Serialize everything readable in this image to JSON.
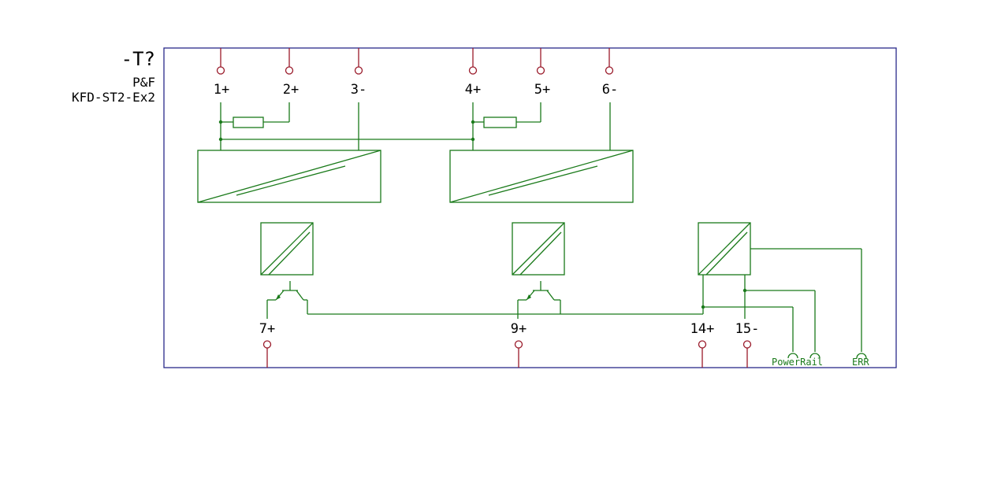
{
  "component": {
    "reference": "-T?",
    "manufacturer": "P&F",
    "part_number": "KFD-ST2-Ex2"
  },
  "pins": {
    "top": [
      "1+",
      "2+",
      "3-",
      "4+",
      "5+",
      "6-"
    ],
    "bottom": [
      "7+",
      "9+",
      "14+",
      "15-"
    ]
  },
  "bus_labels": {
    "power_rail": "PowerRail",
    "err": "ERR"
  },
  "colors": {
    "wire": "#1a7a1a",
    "pin_terminal": "#9a1a2a",
    "frame": "#2a2a8a",
    "text": "#000000"
  }
}
